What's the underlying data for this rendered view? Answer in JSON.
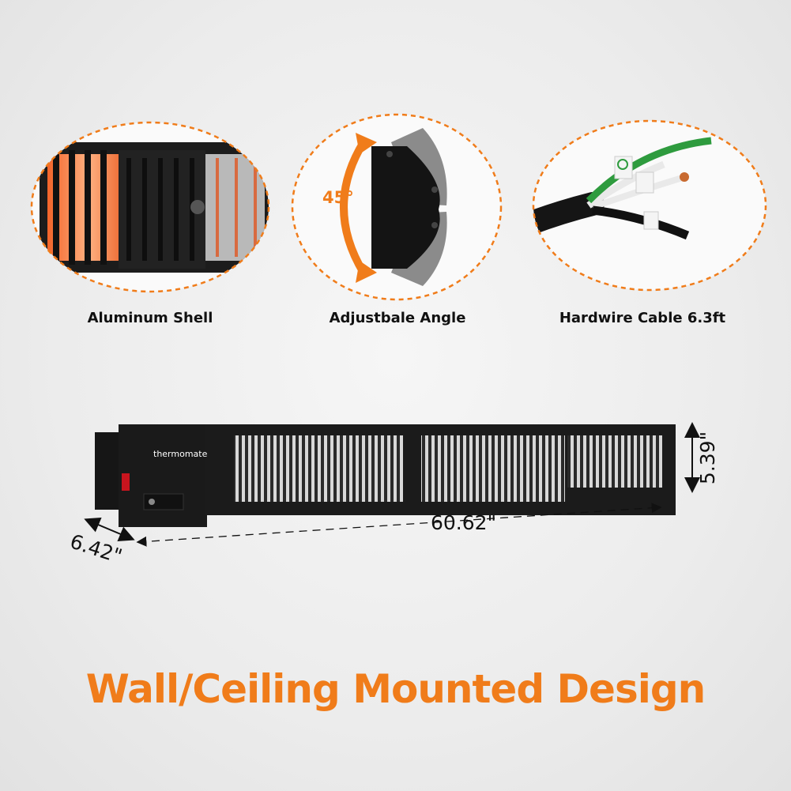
{
  "features": [
    {
      "label": "Aluminum Shell"
    },
    {
      "label": "Adjustbale Angle",
      "angle_text": "45°"
    },
    {
      "label": "Hardwire Cable 6.3ft"
    }
  ],
  "product": {
    "brand": "thermomate"
  },
  "dimensions": {
    "length": "60.62\"",
    "height": "5.39\"",
    "depth": "6.42\""
  },
  "headline": "Wall/Ceiling Mounted Design",
  "colors": {
    "accent": "#f07c1a",
    "heater_body": "#1b1b1b",
    "background": "#ececec"
  }
}
